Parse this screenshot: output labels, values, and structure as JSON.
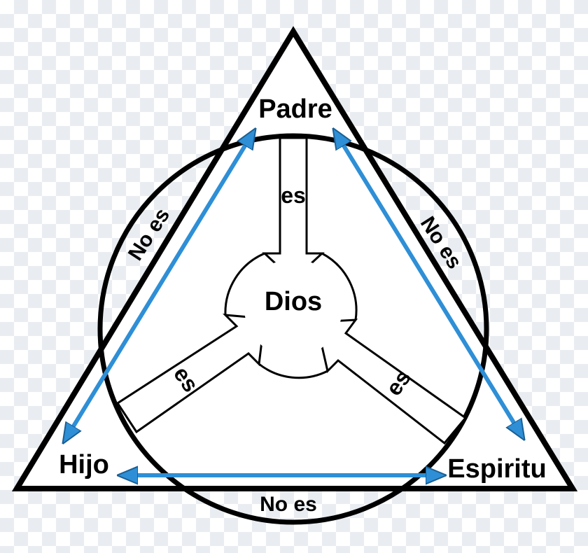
{
  "nodes": {
    "padre": "Padre",
    "hijo": "Hijo",
    "espiritu": "Espiritu",
    "dios": "Dios"
  },
  "edges": {
    "padre_hijo": "No es",
    "padre_espiritu": "No es",
    "hijo_espiritu": "No es",
    "padre_dios": "es",
    "hijo_dios": "es",
    "espiritu_dios": "es"
  },
  "colors": {
    "outline": "#000000",
    "arrow": "#2e8fd6",
    "fill": "#ffffff"
  }
}
